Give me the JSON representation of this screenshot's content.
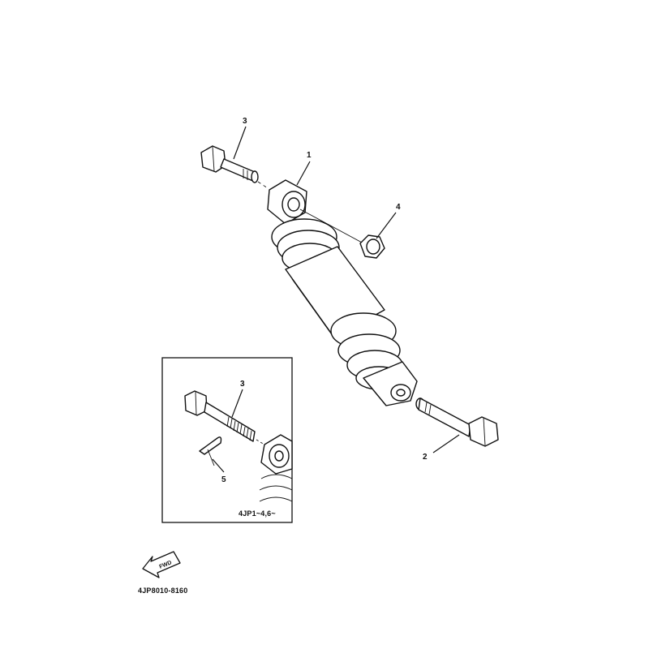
{
  "callouts": {
    "shock_absorber": "1",
    "lower_bolt": "2",
    "upper_bolt": "3",
    "nut": "4",
    "inset_bolt": "3",
    "cotter_pin": "5"
  },
  "inset": {
    "model_code": "4JP1~4,6~"
  },
  "fwd_label": "FWD",
  "diagram_code": "4JP8010-8160"
}
